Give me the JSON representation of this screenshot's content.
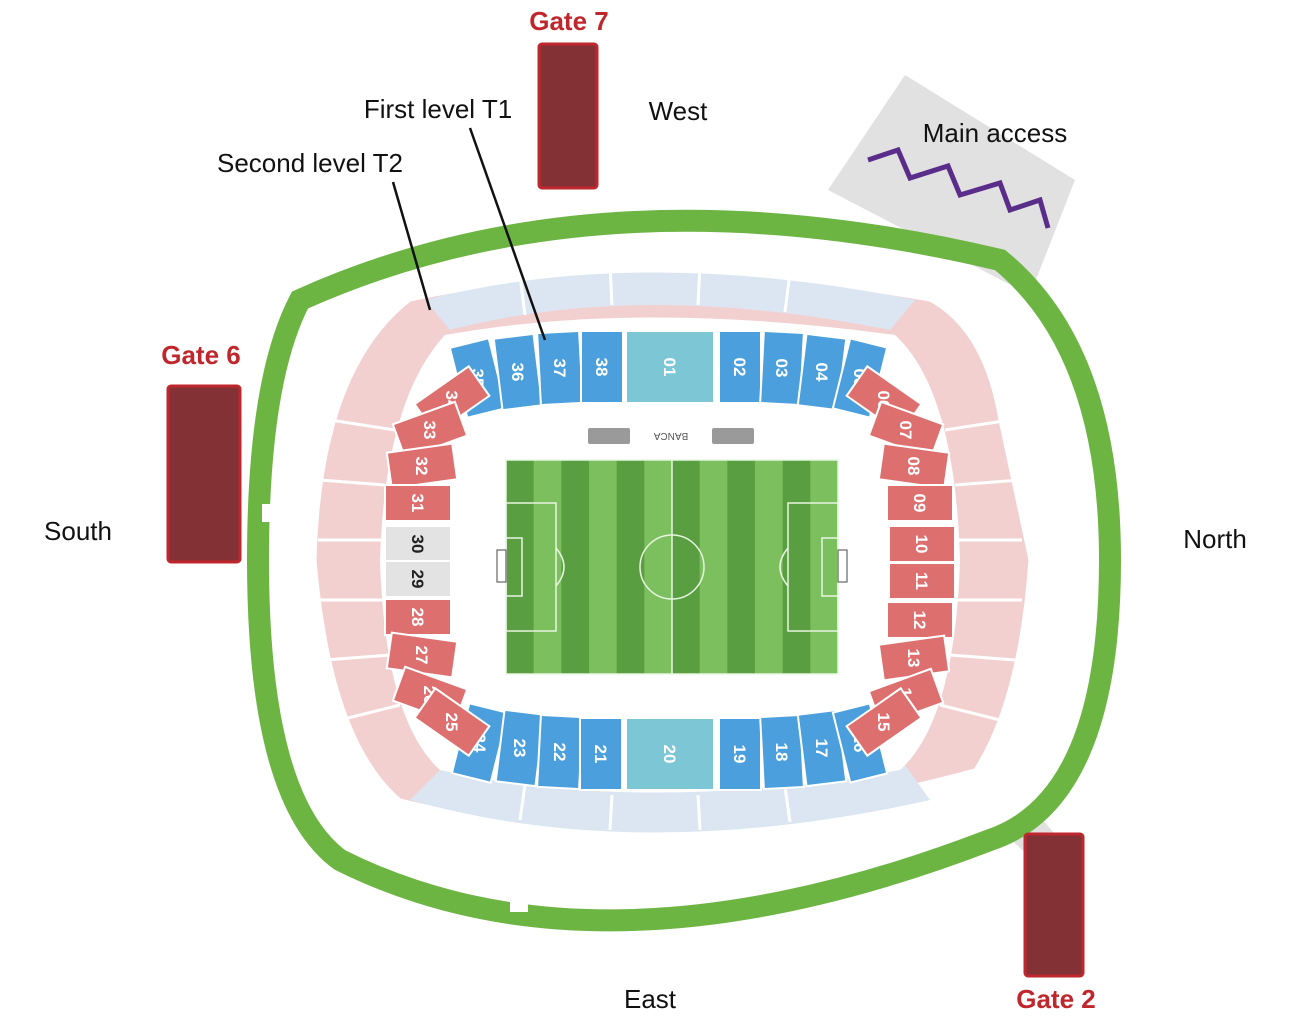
{
  "labels": {
    "gate7": "Gate 7",
    "gate6": "Gate 6",
    "gate2": "Gate 2",
    "west": "West",
    "south": "South",
    "north": "North",
    "east": "East",
    "main_access": "Main access",
    "first_level": "First level T1",
    "second_level": "Second level T2",
    "banca": "BANCA"
  },
  "colors": {
    "ring": "#6db543",
    "gate": "#843136",
    "gate_border": "#c0272d",
    "gate_label": "#c0272d",
    "blue_sector": "#4a9fdc",
    "cyan_sector": "#7cc6d6",
    "red_sector": "#dd6f6f",
    "grey_sector": "#e3e3e3",
    "pitch_dark": "#5a9e42",
    "pitch_light": "#7cbf5e",
    "upper_tier": "#dbe6f2",
    "pink_tier": "#f3d0d0",
    "stairs": "#5b2d8a"
  },
  "sections": {
    "top": [
      "35",
      "36",
      "37",
      "38",
      "01",
      "02",
      "03",
      "04",
      "05"
    ],
    "bottom": [
      "24",
      "23",
      "22",
      "21",
      "20",
      "19",
      "18",
      "17",
      "16"
    ],
    "left": [
      "34",
      "33",
      "32",
      "31",
      "30",
      "29",
      "28",
      "27",
      "26",
      "25"
    ],
    "right": [
      "06",
      "07",
      "08",
      "09",
      "10",
      "11",
      "12",
      "13",
      "14",
      "15"
    ]
  }
}
